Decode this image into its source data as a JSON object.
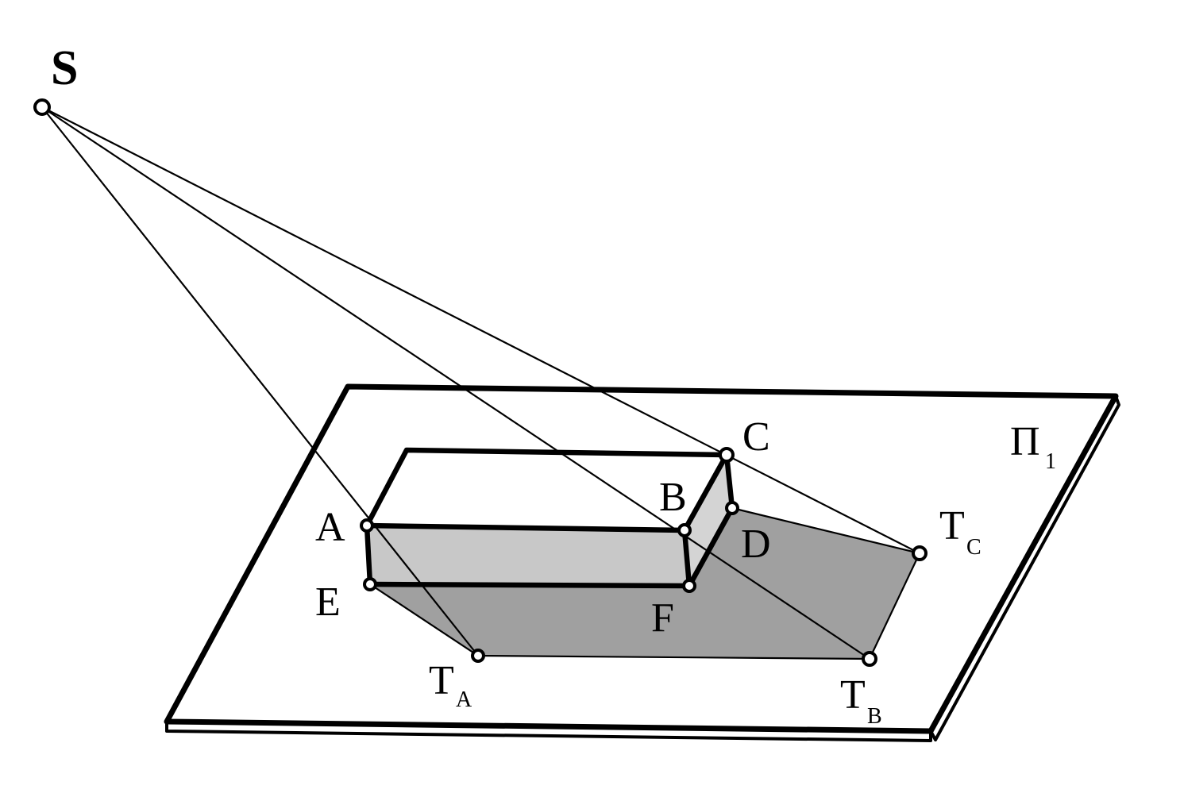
{
  "labels": {
    "S": "S",
    "A": "A",
    "B": "B",
    "C": "C",
    "D": "D",
    "E": "E",
    "F": "F",
    "TA_main": "T",
    "TA_sub": "A",
    "TB_main": "T",
    "TB_sub": "B",
    "TC_main": "T",
    "TC_sub": "C",
    "plane_main": "Π",
    "plane_sub": "1"
  },
  "colors": {
    "shadow": "#a0a0a0",
    "front_face": "#c8c8c8",
    "side_face": "#d4d4d4",
    "top_face": "#ffffff",
    "plane": "#ffffff",
    "line": "#000000"
  }
}
